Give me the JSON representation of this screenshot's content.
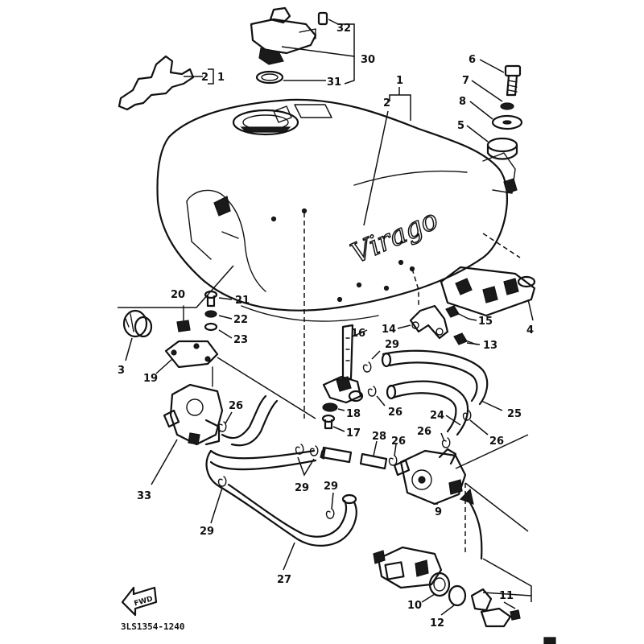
{
  "diagram": {
    "code": "3LS1354-1240",
    "logo_text": "Virago",
    "fwd_text": "FWD",
    "bracket_group_label": "1",
    "bracket_group_sub": "2",
    "labels": {
      "l1_top": "1",
      "l2_top": "2",
      "l3": "3",
      "l4": "4",
      "l5": "5",
      "l6": "6",
      "l7": "7",
      "l8": "8",
      "l9": "9",
      "l10": "10",
      "l11": "11",
      "l12": "12",
      "l13": "13",
      "l14": "14",
      "l15": "15",
      "l16": "16",
      "l17": "17",
      "l18": "18",
      "l19": "19",
      "l20": "20",
      "l21": "21",
      "l22": "22",
      "l23": "23",
      "l24": "24",
      "l25": "25",
      "l26a": "26",
      "l26b": "26",
      "l26c": "26",
      "l26d": "26",
      "l26e": "26",
      "l27": "27",
      "l28": "28",
      "l29a": "29",
      "l29b": "29",
      "l29c": "29",
      "l29d": "29",
      "l30": "30",
      "l31": "31",
      "l32": "32",
      "l33": "33"
    }
  }
}
